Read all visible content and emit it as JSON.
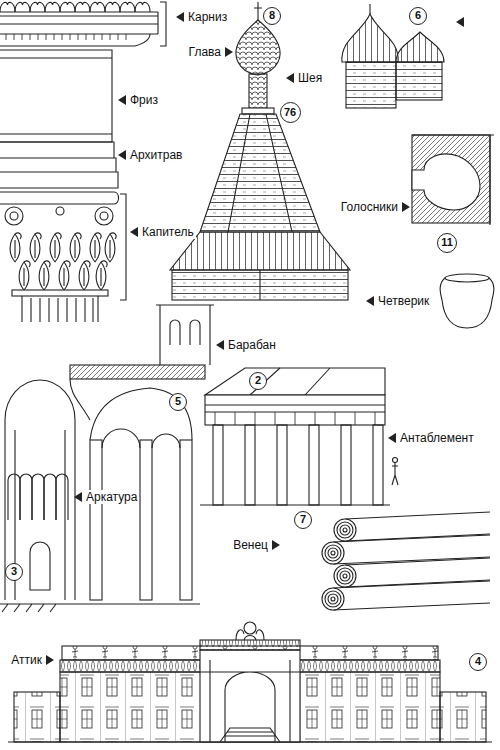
{
  "diagram": {
    "labels": [
      "Карниз",
      "8",
      "6",
      "Глава",
      "Шея",
      "76",
      "Фриз",
      "Архитрав",
      "Голосники",
      "11",
      "Капитель",
      "Четверик",
      "Барабан",
      "5",
      "2",
      "Антаблемент",
      "Аркатура",
      "3",
      "7",
      "Венец",
      "Аттик",
      "4"
    ]
  }
}
